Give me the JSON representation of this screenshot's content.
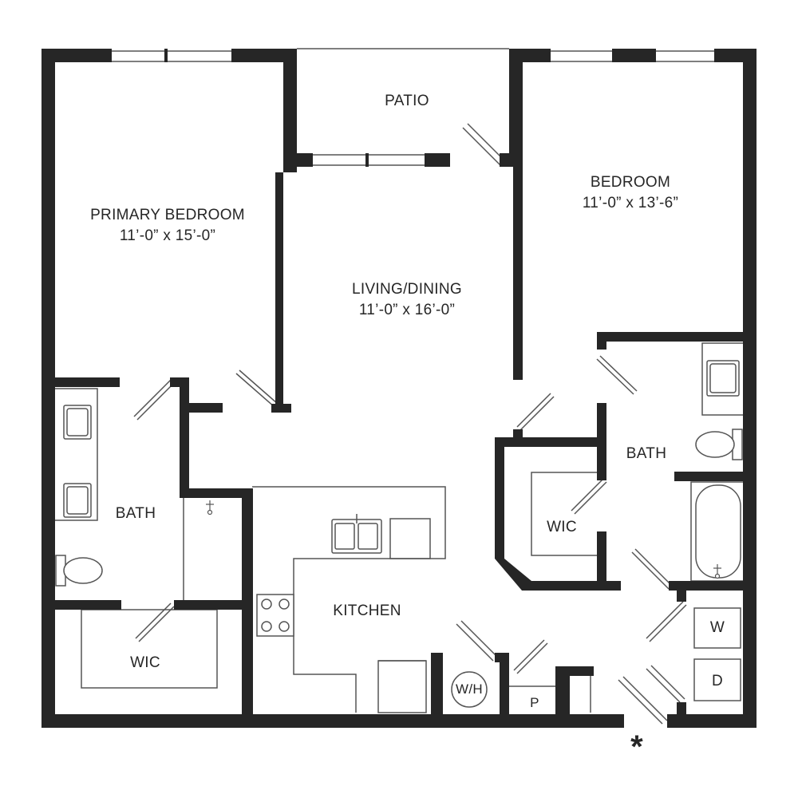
{
  "rooms": {
    "patio": {
      "name": "PATIO"
    },
    "primary_bedroom": {
      "name": "PRIMARY BEDROOM",
      "dims": "11’-0” x 15’-0”"
    },
    "living_dining": {
      "name": "LIVING/DINING",
      "dims": "11’-0” x 16’-0”"
    },
    "bedroom": {
      "name": "BEDROOM",
      "dims": "11’-0” x 13’-6”"
    },
    "bath_left": {
      "name": "BATH"
    },
    "bath_right": {
      "name": "BATH"
    },
    "wic_left": {
      "name": "WIC"
    },
    "wic_right": {
      "name": "WIC"
    },
    "kitchen": {
      "name": "KITCHEN"
    },
    "water_heater": {
      "name": "W/H"
    },
    "pantry": {
      "name": "P"
    },
    "washer": {
      "name": "W"
    },
    "dryer": {
      "name": "D"
    }
  },
  "entry_marker": "*",
  "colors": {
    "wall": "#262626",
    "line": "#555555",
    "background": "#ffffff"
  }
}
